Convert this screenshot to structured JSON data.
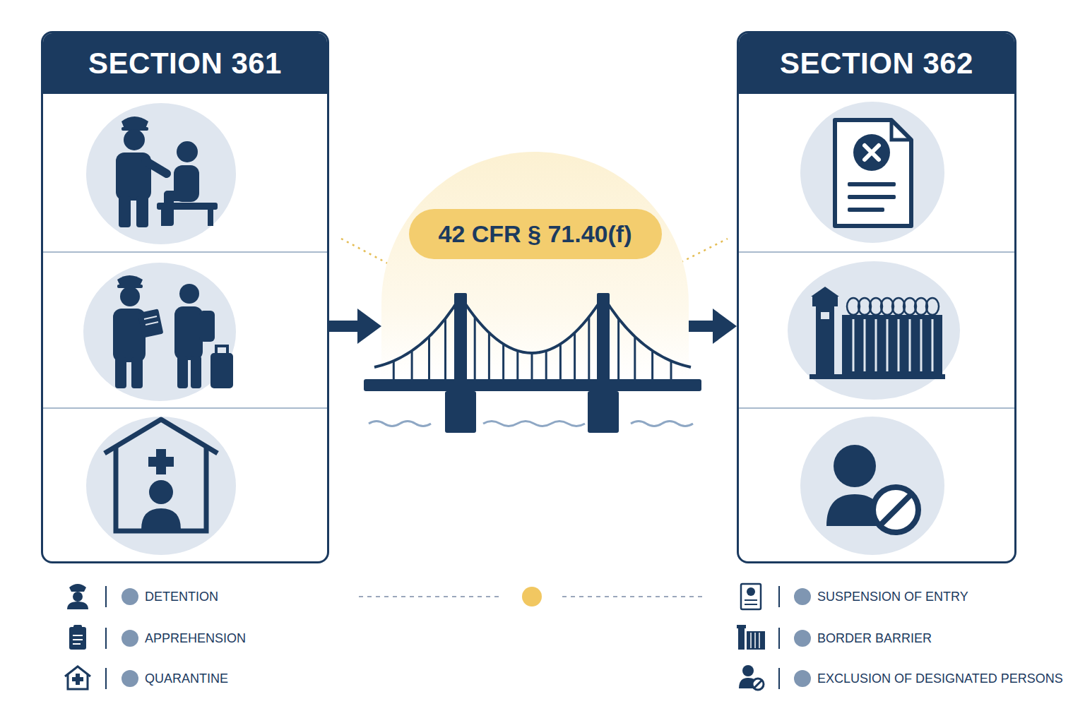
{
  "diagram": {
    "nodes": [
      {
        "text": [
          "SECTION 361"
        ]
      },
      {
        "text": [
          "42 CFR § 71.40(f)"
        ]
      },
      {
        "text": [
          "SECTION 362"
        ]
      }
    ],
    "edges": [
      {
        "from": 0,
        "to": 1,
        "arrow": "to"
      },
      {
        "from": 1,
        "to": 2,
        "arrow": "to"
      }
    ],
    "legend": [
      {
        "text": "DETENTION",
        "color": "#7f96b2"
      },
      {
        "text": "APPREHENSION",
        "color": "#7f96b2"
      },
      {
        "text": "QUARANTINE",
        "color": "#7f96b2"
      },
      {
        "text": "SUSPENSION OF ENTRY",
        "color": "#7f96b2"
      },
      {
        "text": "BORDER BARRIER",
        "color": "#7f96b2"
      },
      {
        "text": "EXCLUSION OF DESIGNATED PERSONS",
        "color": "#7f96b2"
      }
    ]
  }
}
